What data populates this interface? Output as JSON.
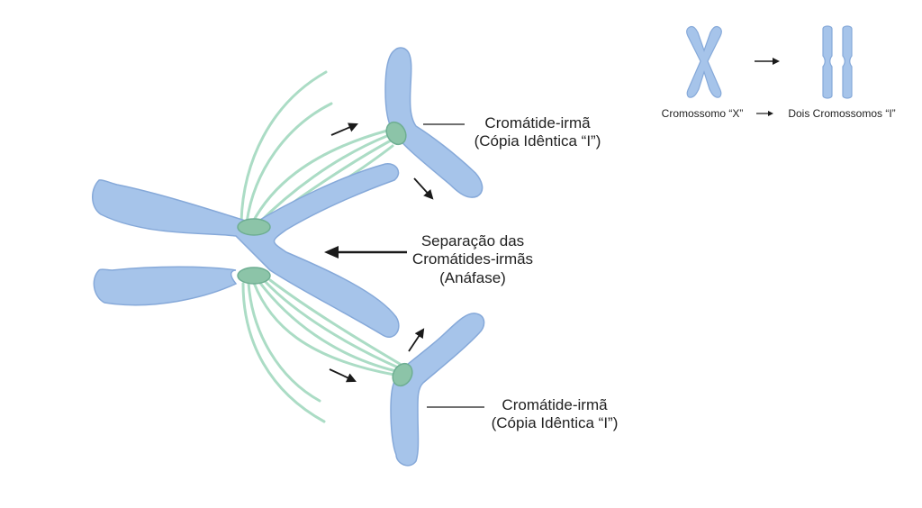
{
  "labels": {
    "top_line1": "Cromátide-irmã",
    "top_line2": "(Cópia Idêntica “I”)",
    "center_line1": "Separação das",
    "center_line2": "Cromátides-irmãs",
    "center_line3": "(Anáfase)",
    "bottom_line1": "Cromátide-irmã",
    "bottom_line2": "(Cópia Idêntica “I”)",
    "legend_left": "Cromossomo “X”",
    "legend_right": "Dois Cromossomos “I”"
  },
  "colors": {
    "chromosome_fill": "#a6c4ea",
    "chromosome_stroke": "#7ea3d6",
    "centromere": "#8cc4a8",
    "spindle": "#9fd8bc",
    "arrow": "#1a1a1a"
  }
}
